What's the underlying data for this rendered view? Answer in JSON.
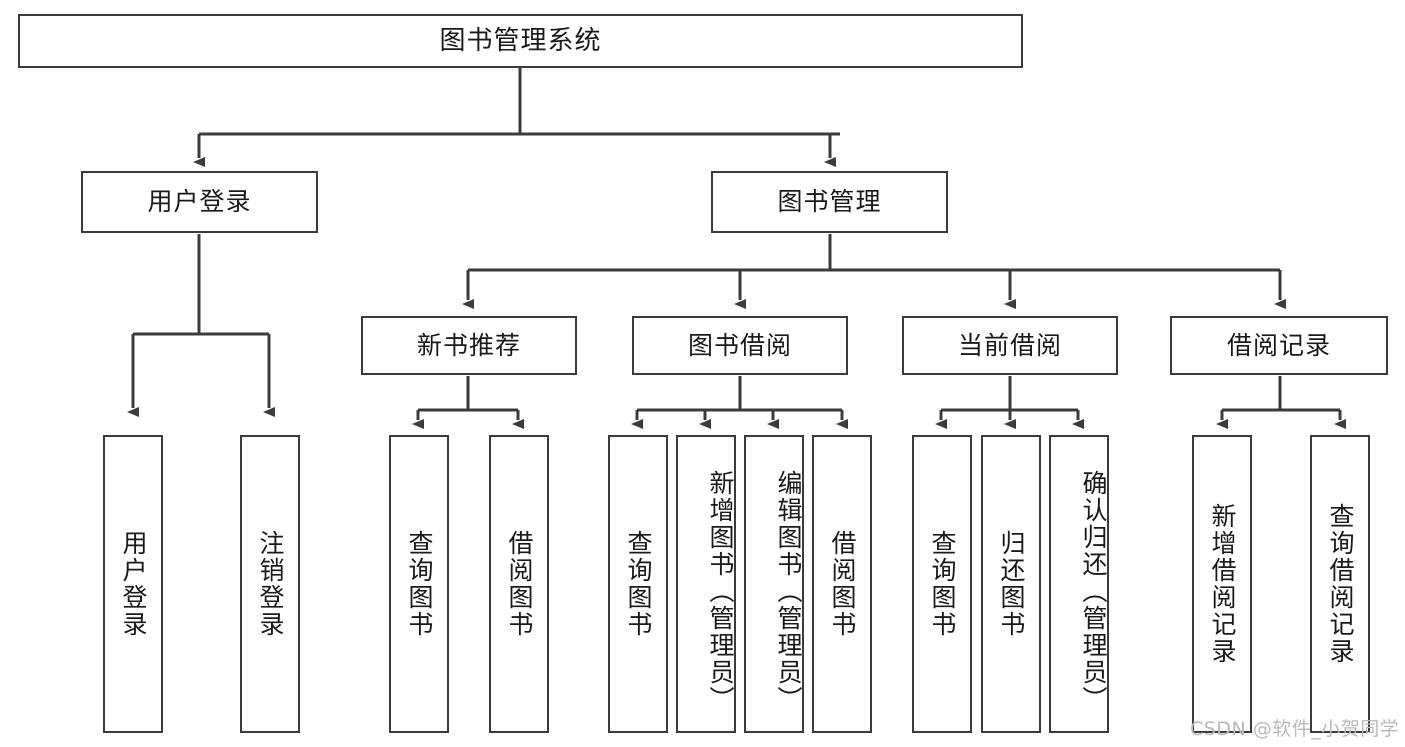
{
  "diagram": {
    "title": "图书管理系统",
    "type": "hierarchy-tree",
    "colors": {
      "box_border": "#3b3b3b",
      "box_fill": "#ffffff",
      "connector": "#3b3b3b",
      "watermark": "#b9b9b9",
      "background": "#ffffff"
    },
    "levels": {
      "root": {
        "label": "图书管理系统"
      },
      "level2": [
        {
          "label": "用户登录"
        },
        {
          "label": "图书管理"
        }
      ],
      "level3": [
        {
          "label": "新书推荐"
        },
        {
          "label": "图书借阅"
        },
        {
          "label": "当前借阅"
        },
        {
          "label": "借阅记录"
        }
      ],
      "leaves": {
        "user_login": [
          {
            "label": "用户登录"
          },
          {
            "label": "注销登录"
          }
        ],
        "new_book_recommend": [
          {
            "label": "查询图书"
          },
          {
            "label": "借阅图书"
          }
        ],
        "book_borrow": [
          {
            "label": "查询图书"
          },
          {
            "label": "新增图书（管理员）"
          },
          {
            "label": "编辑图书（管理员）"
          },
          {
            "label": "借阅图书"
          }
        ],
        "current_borrow": [
          {
            "label": "查询图书"
          },
          {
            "label": "归还图书"
          },
          {
            "label": "确认归还（管理员）"
          }
        ],
        "borrow_record": [
          {
            "label": "新增借阅记录"
          },
          {
            "label": "查询借阅记录"
          }
        ]
      }
    },
    "watermark": "CSDN @软件_小贺同学"
  }
}
